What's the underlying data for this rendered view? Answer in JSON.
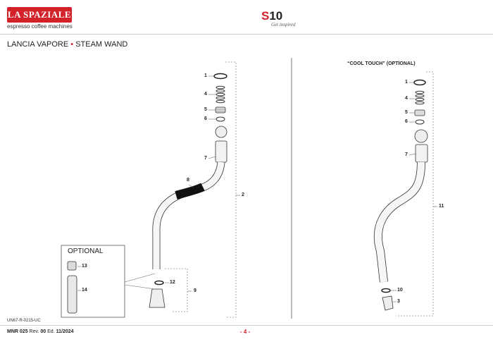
{
  "header": {
    "brand": "LA SPAZIALE",
    "brand_sub": "espresso coffee machines",
    "model_s": "S",
    "model_num": "10",
    "tagline": "Get inspired"
  },
  "title": {
    "part1": "LANCIA VAPORE",
    "sep": "•",
    "part2": "STEAM WAND"
  },
  "cool_touch_title": "“COOL TOUCH” (OPTIONAL)",
  "optional_label": "OPTIONAL",
  "callouts_left": [
    "1",
    "4",
    "5",
    "6",
    "7",
    "8",
    "2",
    "12",
    "9",
    "13",
    "14"
  ],
  "callouts_right": [
    "1",
    "4",
    "5",
    "6",
    "7",
    "11",
    "10",
    "3"
  ],
  "doc_code": "UN67-R-0215-UC",
  "footer": {
    "mnr_label": "MNR",
    "mnr": "025",
    "rev_label": "Rev.",
    "rev": "00",
    "ed_label": "Ed.",
    "ed": "11/2024",
    "page": "- 4 -"
  }
}
